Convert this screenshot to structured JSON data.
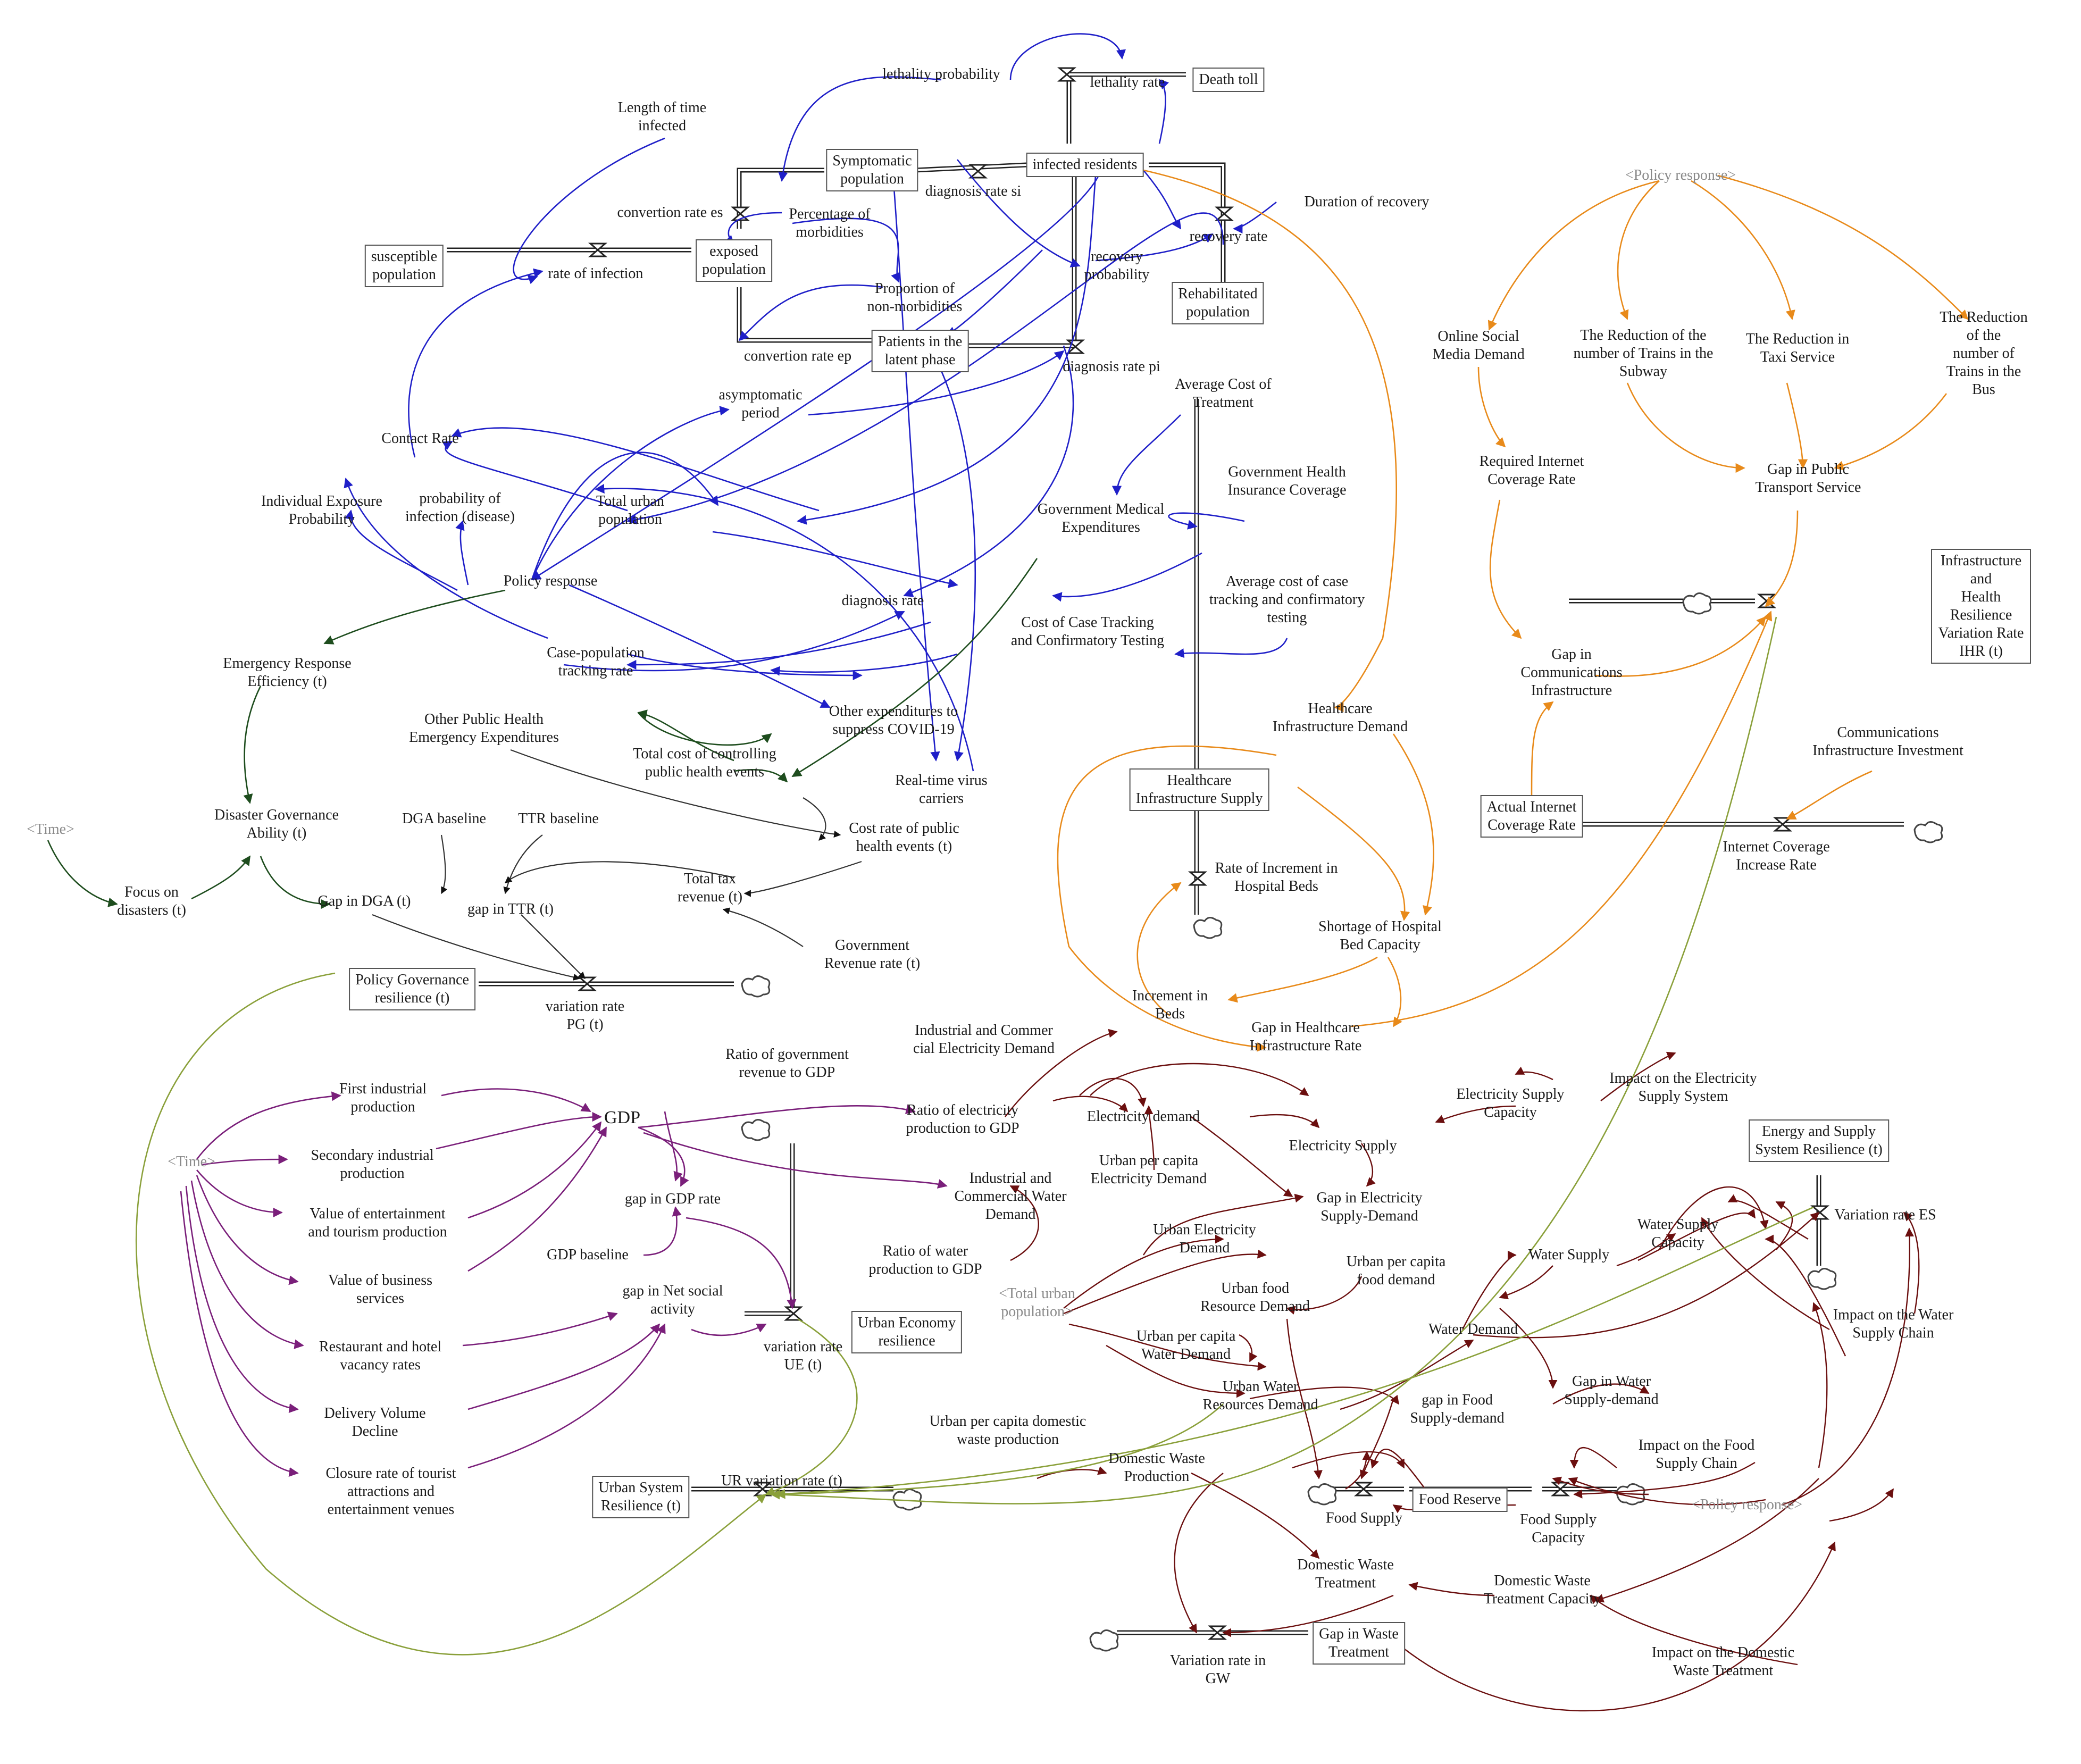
{
  "colors": {
    "epidemic": "#1f1fc8",
    "policy": "#1e4d1e",
    "infrastructure": "#e88a1a",
    "economy": "#7a1f7a",
    "energy_supply": "#6b0f0f",
    "resilience": "#8aa03a",
    "flow": "#111111"
  },
  "labels": {
    "susceptible_population": "susceptible\npopulation",
    "rate_of_infection": "rate of infection",
    "exposed_population": "exposed\npopulation",
    "convertion_rate_es": "convertion rate es",
    "convertion_rate_ep": "convertion rate ep",
    "symptomatic_population": "Symptomatic\npopulation",
    "patients_latent": "Patients in the\nlatent phase",
    "diagnosis_rate_si": "diagnosis rate si",
    "diagnosis_rate_pi": "diagnosis rate pi",
    "infected_residents": "infected residents",
    "lethality_probability": "lethality probability",
    "lethality_rate": "lethality rate",
    "death_toll": "Death toll",
    "length_time_infected": "Length of time\ninfected",
    "percentage_morbidities": "Percentage of\nmorbidities",
    "proportion_non_morbidities": "Proportion of\nnon-morbidities",
    "recovery_probability": "recovery\nprobability",
    "recovery_rate": "recovery rate",
    "duration_recovery": "Duration of recovery",
    "rehabilitated_population": "Rehabilitated\npopulation",
    "asymptomatic_period": "asymptomatic\nperiod",
    "contact_rate": "Contact Rate",
    "individual_exposure": "Individual Exposure\nProbability",
    "probability_infection": "probability of\ninfection (disease)",
    "total_urban_population": "Total urban\npopulation",
    "policy_response": "Policy response",
    "diagnosis_rate": "diagnosis rate",
    "average_cost_treatment": "Average Cost of\nTreatment",
    "gov_health_insurance": "Government Health\nInsurance Coverage",
    "gov_medical_expenditures": "Government Medical\nExpenditures",
    "avg_cost_case_tracking": "Average cost of case\ntracking and confirmatory\ntesting",
    "cost_case_tracking": "Cost of Case Tracking\nand Confirmatory Testing",
    "case_population_tracking": "Case-population\ntracking rate",
    "other_expenditures": "Other expenditures to\nsuppress COVID-19",
    "emergency_response": "Emergency Response\nEfficiency (t)",
    "other_public_health": "Other Public Health\nEmergency Expenditures",
    "total_cost_controlling": "Total cost of controlling\npublic health events",
    "real_time_virus": "Real-time virus\ncarriers",
    "time_ghost_1": "<Time>",
    "disaster_governance": "Disaster Governance\nAbility (t)",
    "dga_baseline": "DGA baseline",
    "ttr_baseline": "TTR baseline",
    "cost_rate_public_health": "Cost rate of public\nhealth events (t)",
    "focus_disasters": "Focus on\ndisasters (t)",
    "gap_dga": "Gap in DGA (t)",
    "gap_ttr": "gap in TTR (t)",
    "total_tax_revenue": "Total tax\nrevenue (t)",
    "gov_revenue_rate": "Government\nRevenue rate (t)",
    "policy_gov_resilience": "Policy Governance\nresilience (t)",
    "variation_rate_pg": "variation rate\nPG (t)",
    "ratio_gov_revenue": "Ratio of government\nrevenue to GDP",
    "industrial_commercial_elec": "Industrial and Commer\ncial Electricity Demand",
    "ratio_elec_gdp": "Ratio of electricity\nproduction to GDP",
    "electricity_demand": "Electricity demand",
    "electricity_supply_capacity": "Electricity Supply\nCapacity",
    "impact_electricity": "Impact on the Electricity\nSupply System",
    "electricity_supply": "Electricity Supply",
    "urban_per_capita_elec": "Urban per capita\nElectricity Demand",
    "gap_electricity": "Gap in Electricity\nSupply-Demand",
    "energy_supply_resilience": "Energy and Supply\nSystem Resilience (t)",
    "variation_rate_es": "Variation rate ES",
    "first_industrial": "First industrial\nproduction",
    "gdp": "GDP",
    "time_ghost_2": "<Time>",
    "secondary_industrial": "Secondary industrial\nproduction",
    "value_entertainment": "Value of entertainment\nand tourism production",
    "value_business": "Value of business\nservices",
    "restaurant_hotel": "Restaurant and hotel\nvacancy rates",
    "delivery_volume": "Delivery Volume\nDecline",
    "closure_rate": "Closure rate of tourist\nattractions and\nentertainment venues",
    "gap_gdp_rate": "gap in GDP rate",
    "gdp_baseline": "GDP baseline",
    "gap_net_social": "gap in Net social\nactivity",
    "variation_rate_ue": "variation rate\nUE (t)",
    "urban_economy_resilience": "Urban Economy\nresilience",
    "industrial_water": "Industrial and\nCommercial Water\nDemand",
    "ratio_water_gdp": "Ratio of water\nproduction to GDP",
    "urban_electricity_demand": "Urban Electricity\nDemand",
    "total_urban_population_ghost": "<Total urban\npopulation>",
    "urban_food_resource": "Urban food\nResource Demand",
    "urban_per_capita_food": "Urban per capita\nfood demand",
    "water_supply": "Water Supply",
    "water_supply_capacity": "Water Supply\nCapacity",
    "impact_water": "Impact on the Water\nSupply Chain",
    "water_demand": "Water Demand",
    "urban_per_capita_water": "Urban per capita\nWater Demand",
    "urban_water_resources": "Urban Water\nResources Demand",
    "gap_water": "Gap in Water\nSupply-demand",
    "gap_food": "gap in Food\nSupply-demand",
    "urban_per_capita_waste": "Urban per capita domestic\nwaste production",
    "domestic_waste_production": "Domestic Waste\nProduction",
    "impact_food": "Impact on the Food\nSupply Chain",
    "urban_system_resilience": "Urban System\nResilience (t)",
    "ur_variation_rate": "UR variation rate (t)",
    "food_supply": "Food Supply",
    "food_reserve": "Food Reserve",
    "food_supply_capacity": "Food Supply\nCapacity",
    "policy_response_ghost_2": "<Policy response>",
    "domestic_waste_treatment": "Domestic Waste\nTreatment",
    "domestic_waste_capacity": "Domestic Waste\nTreatment Capacity",
    "gap_waste": "Gap in Waste\nTreatment",
    "variation_rate_gw": "Variation rate in\nGW",
    "impact_domestic_waste": "Impact on the Domestic\nWaste Treatment",
    "policy_response_ghost_1": "<Policy response>",
    "online_social_media": "Online Social\nMedia Demand",
    "reduction_subway": "The Reduction of the\nnumber of Trains in the\nSubway",
    "reduction_taxi": "The Reduction in\nTaxi Service",
    "reduction_bus": "The Reduction of the\nnumber of Trains in the\nBus",
    "required_internet": "Required Internet\nCoverage Rate",
    "gap_public_transport": "Gap in Public\nTransport Service",
    "infra_health_resilience": "Infrastructure and\nHealth Resilience\nVariation Rate IHR (t)",
    "gap_communications": "Gap in\nCommunications\nInfrastructure",
    "healthcare_demand": "Healthcare\nInfrastructure Demand",
    "healthcare_supply": "Healthcare\nInfrastructure Supply",
    "communications_investment": "Communications\nInfrastructure Investment",
    "actual_internet": "Actual Internet\nCoverage Rate",
    "internet_increase": "Internet Coverage\nIncrease Rate",
    "rate_increment_beds": "Rate of Increment in\nHospital Beds",
    "shortage_beds": "Shortage of Hospital\nBed Capacity",
    "increment_beds": "Increment in\nBeds",
    "gap_healthcare": "Gap in Healthcare\nInfrastructure Rate"
  }
}
